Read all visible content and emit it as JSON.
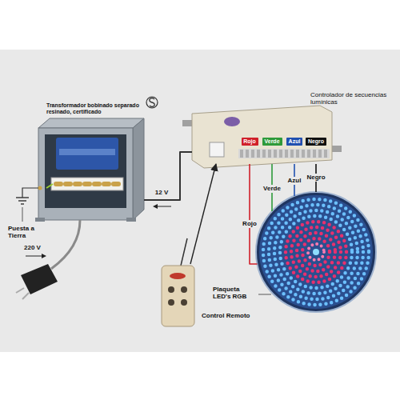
{
  "diagram": {
    "nodes": [
      {
        "text": [
          "Transformador bobinado separado resinado, certificado"
        ]
      },
      {
        "text": [
          "Controlador de secuencias lumínicas"
        ]
      },
      {
        "text": [
          "Rojo"
        ],
        "in": 1
      },
      {
        "text": [
          "Verde"
        ],
        "in": 1
      },
      {
        "text": [
          "Azul"
        ],
        "in": 1
      },
      {
        "text": [
          "Negro"
        ],
        "in": 1
      },
      {
        "text": [
          "Plaqueta LED's RGB"
        ]
      },
      {
        "text": [
          "Control Remoto"
        ]
      }
    ],
    "edges": [
      {
        "from": 0,
        "to": 1,
        "arrow": "none",
        "label": "12 V"
      },
      {
        "from": 1,
        "to": 6,
        "arrow": "none",
        "label": "Rojo"
      },
      {
        "from": 1,
        "to": 6,
        "arrow": "none",
        "label": "Verde"
      },
      {
        "from": 1,
        "to": 6,
        "arrow": "none",
        "label": "Azul"
      },
      {
        "from": 1,
        "to": 6,
        "arrow": "none",
        "label": "Negro"
      },
      {
        "from": 7,
        "to": 1,
        "arrow": "to"
      }
    ],
    "labels": [
      "Puesta a Tierra",
      "220 V"
    ]
  }
}
